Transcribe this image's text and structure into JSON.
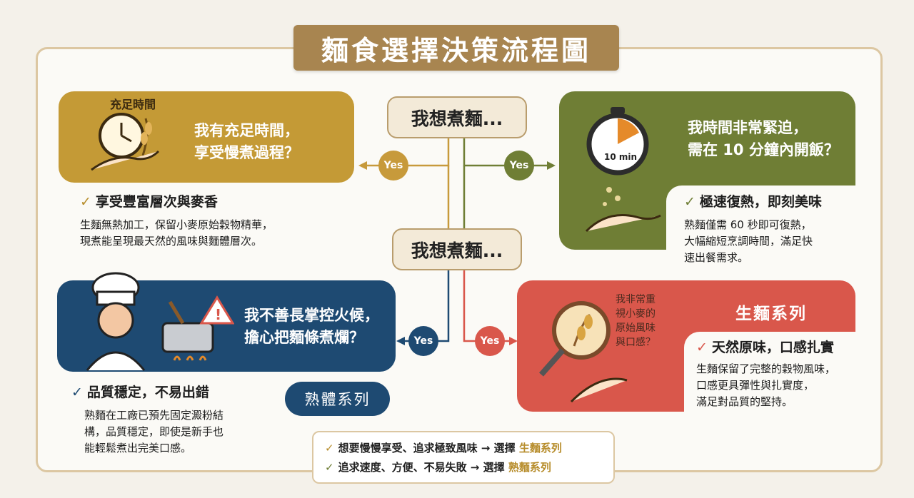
{
  "title": "麵食選擇決策流程圖",
  "start_labels": [
    "我想煮麵...",
    "我想煮麵..."
  ],
  "yes_label": "Yes",
  "quadrants": {
    "top_left": {
      "badge": "充足時間",
      "question": [
        "我有充足時間，",
        "享受慢煮過程？"
      ],
      "benefit_title": "享受豐富層次與麥香",
      "benefit_text": [
        "生麵無熱加工，保留小麥原始穀物精華，",
        "現煮能呈現最天然的風味與麵體層次。"
      ]
    },
    "top_right": {
      "timer_label": "10 min",
      "question": [
        "我時間非常緊迫，",
        "需在 10 分鐘內開飯？"
      ],
      "benefit_title": "極速復熱，即刻美味",
      "benefit_text": [
        "熟麵僅需 60 秒即可復熱，",
        "大幅縮短烹調時間，滿足快",
        "速出餐需求。"
      ]
    },
    "bottom_left": {
      "question": [
        "我不善長掌控火候，",
        "擔心把麵條煮爛？"
      ],
      "series": "熟體系列",
      "benefit_title": "品質穩定，不易出錯",
      "benefit_text": [
        "熟麵在工廠已預先固定澱粉結",
        "構，品質穩定，即使是新手也",
        "能輕鬆煮出完美口感。"
      ]
    },
    "bottom_right": {
      "quote": [
        "我非常重",
        "視小麥的",
        "原始風味",
        "與口感？"
      ],
      "series": "生麵系列",
      "benefit_title": "天然原味，口感扎實",
      "benefit_text": [
        "生麵保留了完整的穀物風味，",
        "口感更具彈性與扎實度，",
        "滿足對品質的堅持。"
      ]
    }
  },
  "summary": [
    {
      "text": "想要慢慢享受、追求極致風味 → 選擇 ",
      "highlight": "生麵系列"
    },
    {
      "text": "追求速度、方便、不易失敗  → 選擇 ",
      "highlight": "熟麵系列"
    }
  ],
  "colors": {
    "gold": "#c49a36",
    "green": "#6f7e35",
    "navy": "#1e4a72",
    "red": "#d9574b",
    "title": "#a88550"
  }
}
